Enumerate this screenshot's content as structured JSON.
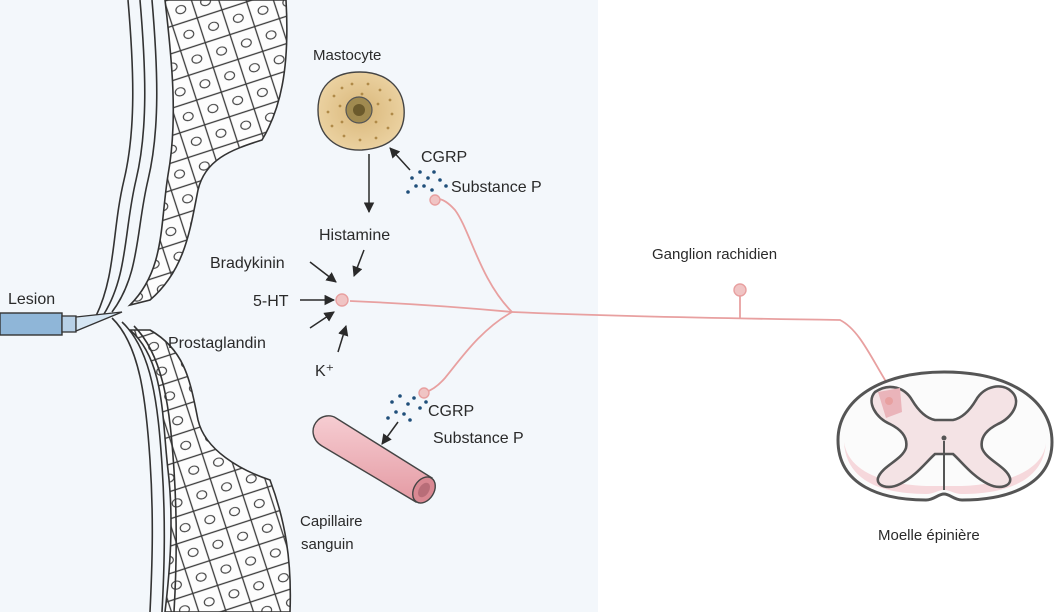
{
  "labels": {
    "lesion": "Lesion",
    "mastocyte": "Mastocyte",
    "cgrp_top": "CGRP",
    "substance_p_top": "Substance P",
    "histamine": "Histamine",
    "bradykinin": "Bradykinin",
    "five_ht": "5-HT",
    "prostaglandin": "Prostaglandin",
    "k_plus": "K⁺",
    "cgrp_bottom": "CGRP",
    "substance_p_bottom": "Substance P",
    "capillaire_line1": "Capillaire",
    "capillaire_line2": "sanguin",
    "ganglion": "Ganglion rachidien",
    "moelle": "Moelle épinière"
  },
  "colors": {
    "nerve": "#e8a0a0",
    "nerve_end": "#f0c4c4",
    "mast_cell": "#e9cf9a",
    "capillary": "#ecb2b8",
    "ink": "#2a2a2a",
    "granule": "#1f4f7a",
    "spinal_gray": "#f6d8dc"
  }
}
